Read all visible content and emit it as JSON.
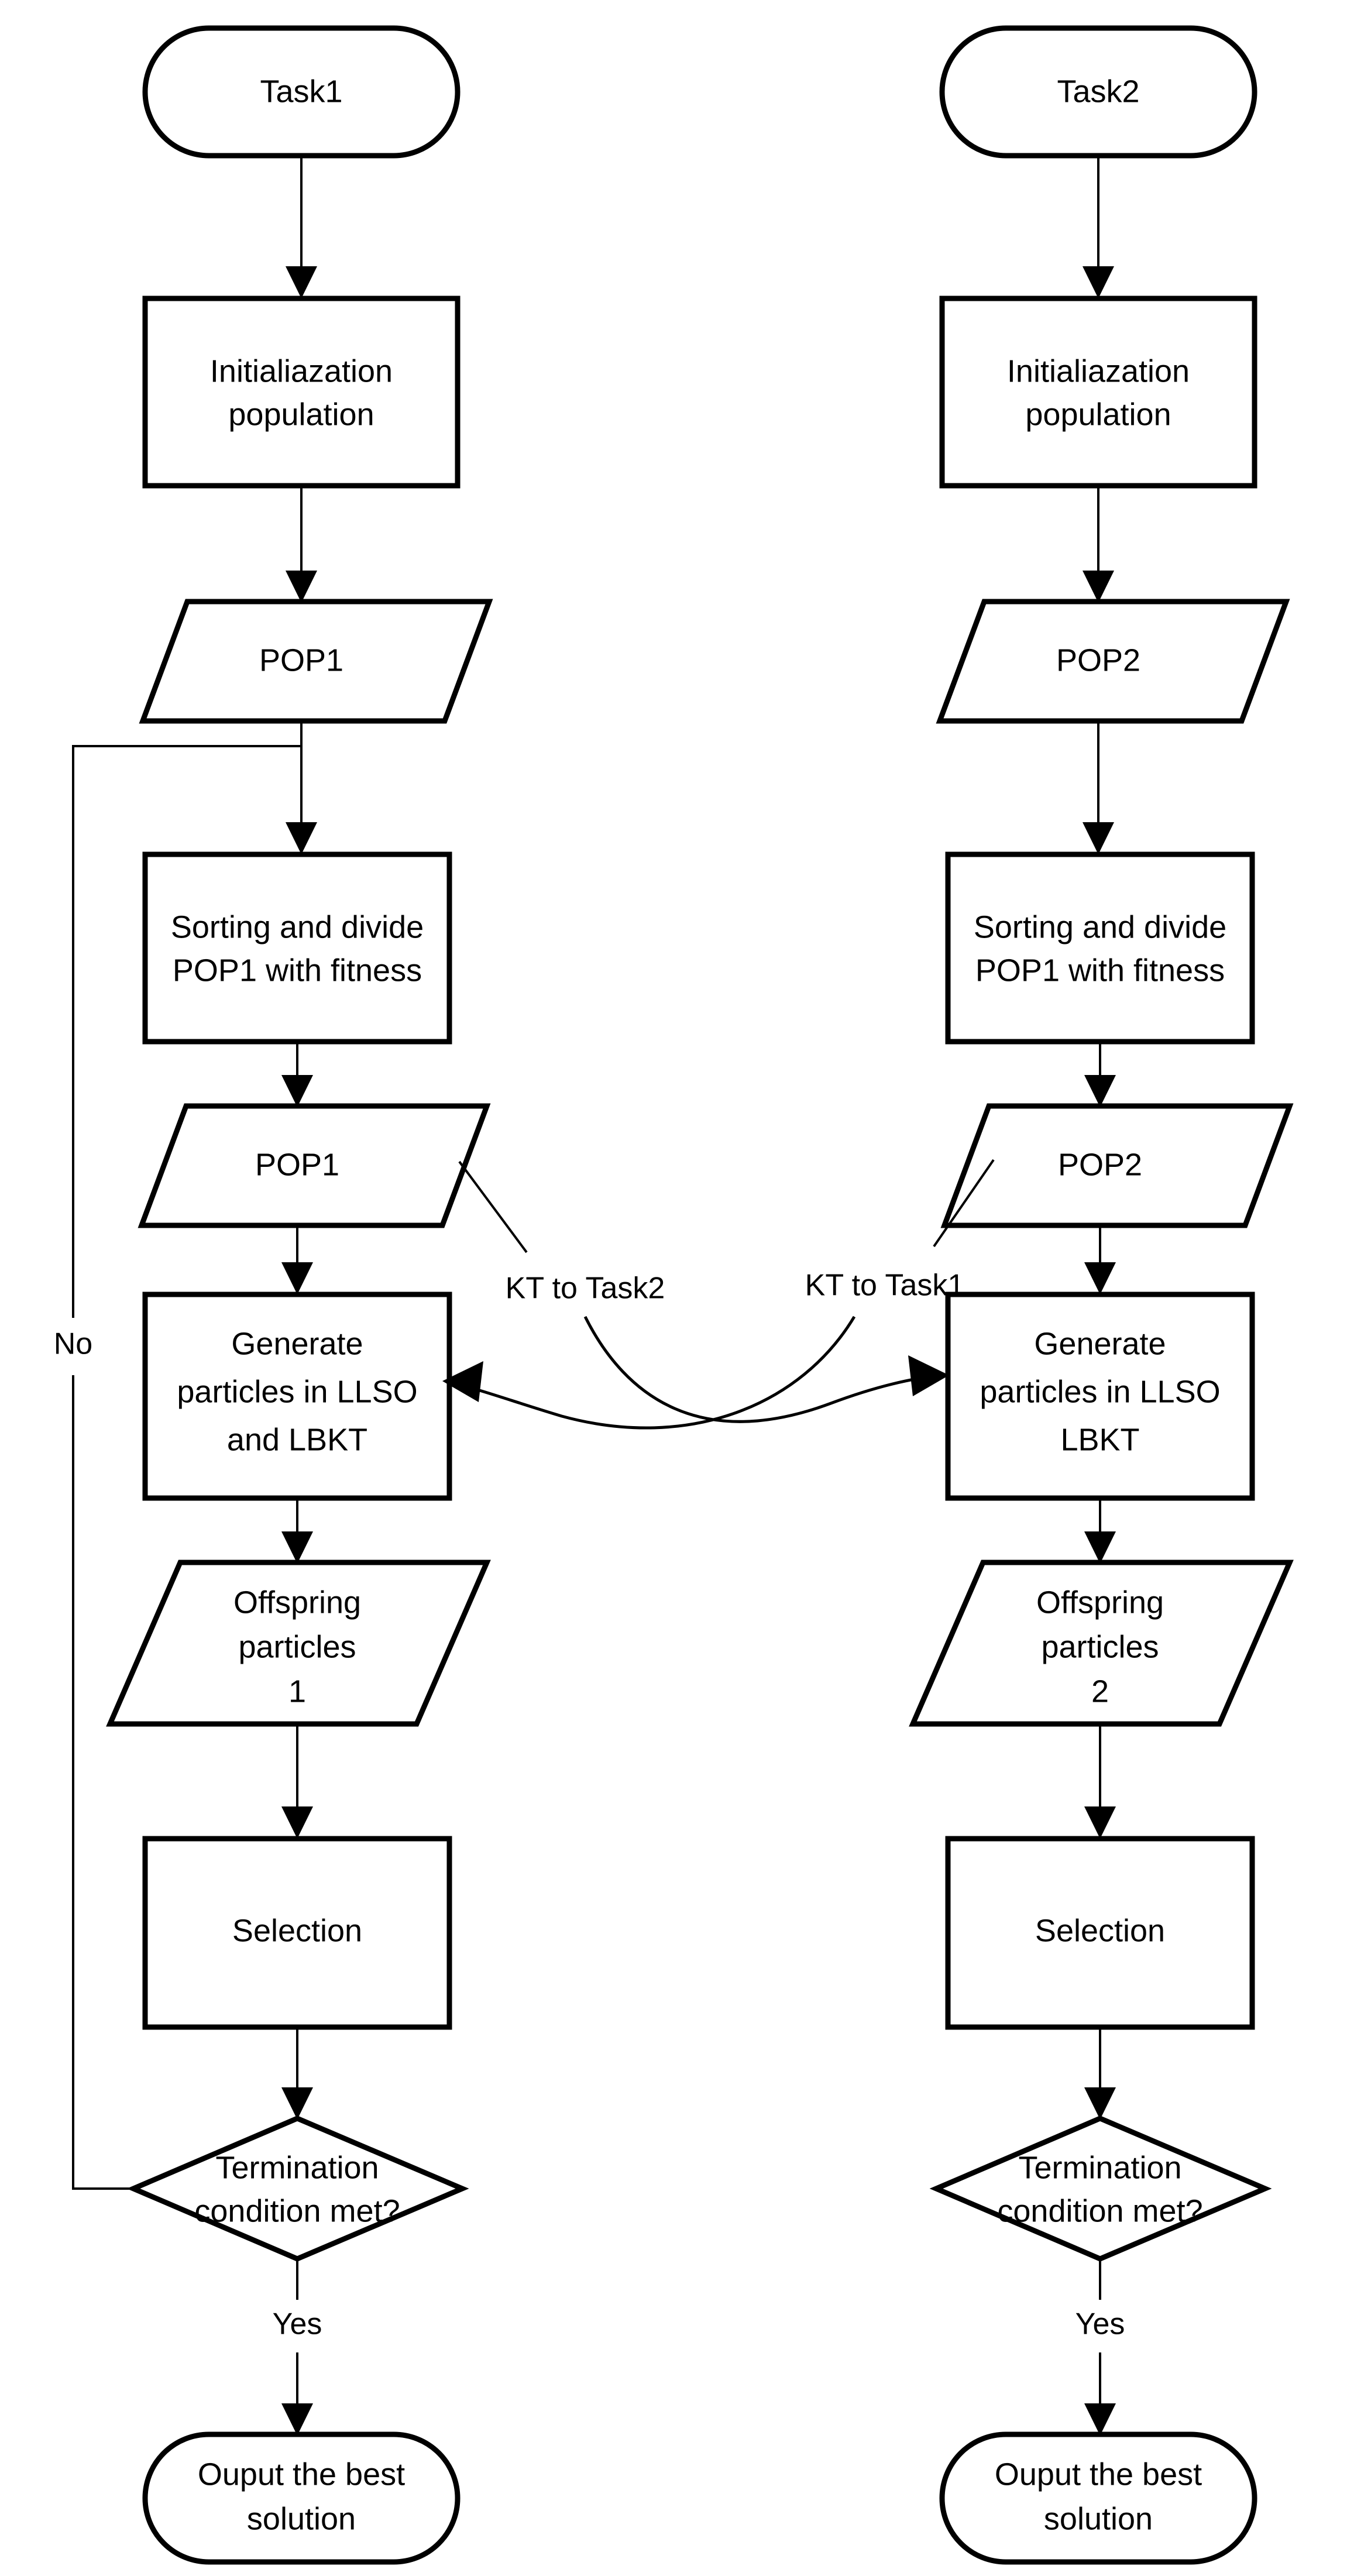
{
  "diagram": {
    "title": "Multitask optimization flowchart",
    "stroke_color": "#000000",
    "fill_color": "#ffffff",
    "columns": [
      {
        "id": "task1",
        "start_label": "Task1",
        "nodes": {
          "init": {
            "line1": "Initialiazation",
            "line2": "population"
          },
          "pop_a": {
            "line1": "POP1"
          },
          "sort": {
            "line1": "Sorting and divide",
            "line2": "POP1 with fitness"
          },
          "pop_b": {
            "line1": "POP1"
          },
          "generate": {
            "line1": "Generate",
            "line2": "particles in LLSO",
            "line3": "and LBKT"
          },
          "offspring": {
            "line1": "Offspring",
            "line2": "particles",
            "line3": "1"
          },
          "selection": {
            "line1": "Selection"
          },
          "decision": {
            "line1": "Termination",
            "line2": "condition met?"
          },
          "output": {
            "line1": "Ouput the best",
            "line2": "solution"
          }
        },
        "edge_labels": {
          "no": "No",
          "yes": "Yes",
          "kt": "KT to Task2"
        }
      },
      {
        "id": "task2",
        "start_label": "Task2",
        "nodes": {
          "init": {
            "line1": "Initialiazation",
            "line2": "population"
          },
          "pop_a": {
            "line1": "POP2"
          },
          "sort": {
            "line1": "Sorting and divide",
            "line2": "POP1 with fitness"
          },
          "pop_b": {
            "line1": "POP2"
          },
          "generate": {
            "line1": "Generate",
            "line2": "particles in LLSO",
            "line3": "LBKT"
          },
          "offspring": {
            "line1": "Offspring",
            "line2": "particles",
            "line3": "2"
          },
          "selection": {
            "line1": "Selection"
          },
          "decision": {
            "line1": "Termination",
            "line2": "condition met?"
          },
          "output": {
            "line1": "Ouput the best",
            "line2": "solution"
          }
        },
        "edge_labels": {
          "yes": "Yes",
          "kt": "KT to Task1"
        }
      }
    ]
  }
}
